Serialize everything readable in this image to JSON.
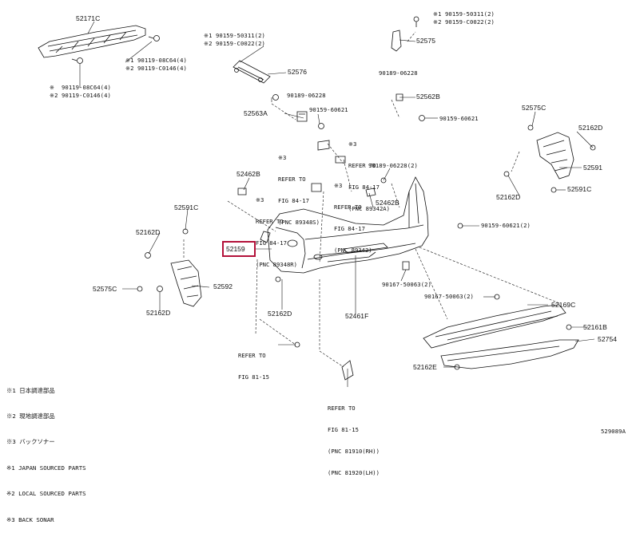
{
  "parts": [
    {
      "id": "p-52171C",
      "text": "52171C"
    },
    {
      "id": "p-52575",
      "text": "52575"
    },
    {
      "id": "p-52576",
      "text": "52576"
    },
    {
      "id": "p-52562B",
      "text": "52562B"
    },
    {
      "id": "p-52563A",
      "text": "52563A"
    },
    {
      "id": "p-52575C-r",
      "text": "52575C"
    },
    {
      "id": "p-52162D-tr",
      "text": "52162D"
    },
    {
      "id": "p-52591",
      "text": "52591"
    },
    {
      "id": "p-52162D-r",
      "text": "52162D"
    },
    {
      "id": "p-52591C-r",
      "text": "52591C"
    },
    {
      "id": "p-52462B-l",
      "text": "52462B"
    },
    {
      "id": "p-52462B-c",
      "text": "52462B"
    },
    {
      "id": "p-52591C-l",
      "text": "52591C"
    },
    {
      "id": "p-52162D-l",
      "text": "52162D"
    },
    {
      "id": "p-52575C-l",
      "text": "52575C"
    },
    {
      "id": "p-52592",
      "text": "52592"
    },
    {
      "id": "p-52162D-bl",
      "text": "52162D"
    },
    {
      "id": "p-52162D-b",
      "text": "52162D"
    },
    {
      "id": "p-52461F",
      "text": "52461F"
    },
    {
      "id": "p-52169C",
      "text": "52169C"
    },
    {
      "id": "p-52161B",
      "text": "52161B"
    },
    {
      "id": "p-52754",
      "text": "52754"
    },
    {
      "id": "p-52162E",
      "text": "52162E"
    }
  ],
  "highlighted_part": "52159",
  "fasteners": [
    {
      "id": "f-tl-1",
      "text": "※1 90119-08C64(4)"
    },
    {
      "id": "f-tl-2",
      "text": "※2 90119-C0146(4)"
    },
    {
      "id": "f-ul-1",
      "text": "※  90119-08C64(4)"
    },
    {
      "id": "f-ul-2",
      "text": "※2 90119-C0146(4)"
    },
    {
      "id": "f-tm-1",
      "text": "※1 90159-50311(2)"
    },
    {
      "id": "f-tm-2",
      "text": "※2 90159-C0022(2)"
    },
    {
      "id": "f-tr-1",
      "text": "※1 90159-50311(2)"
    },
    {
      "id": "f-tr-2",
      "text": "※2 90159-C0022(2)"
    },
    {
      "id": "f-90189a",
      "text": "90189-06228"
    },
    {
      "id": "f-90189b",
      "text": "90189-06228"
    },
    {
      "id": "f-60621a",
      "text": "90159-60621"
    },
    {
      "id": "f-60621b",
      "text": "90159-60621"
    },
    {
      "id": "f-90189c",
      "text": "90189-06228(2)"
    },
    {
      "id": "f-60621c",
      "text": "90159-60621(2)"
    },
    {
      "id": "f-50063a",
      "text": "90167-50063(2)"
    },
    {
      "id": "f-50063b",
      "text": "90167-50063(2)"
    }
  ],
  "references": [
    {
      "id": "r-1",
      "lines": [
        "※3",
        "REFER TO",
        "FIG 84-17",
        "(PNC 89342A)"
      ]
    },
    {
      "id": "r-2",
      "lines": [
        "※3",
        "REFER TO",
        "FIG 84-17",
        "(PNC 89348S)"
      ]
    },
    {
      "id": "r-3",
      "lines": [
        "※3",
        "REFER TO",
        "FIG 84-17",
        "(PNC 89342)"
      ]
    },
    {
      "id": "r-4",
      "lines": [
        "※3",
        "REFER TO",
        "FIG 84-17",
        "(PNC 89348R)"
      ]
    },
    {
      "id": "r-5",
      "lines": [
        "REFER TO",
        "FIG 81-15"
      ]
    },
    {
      "id": "r-6",
      "lines": [
        "REFER TO",
        "FIG 81-15",
        "(PNC 81910(RH))",
        "(PNC 81920(LH))"
      ]
    }
  ],
  "legend": [
    "※1 日本調達部品",
    "※2 現地調達部品",
    "※3 バックソナー",
    "※1 JAPAN SOURCED PARTS",
    "※2 LOCAL SOURCED PARTS",
    "※3 BACK SONAR"
  ],
  "diagram_code": "529089A"
}
